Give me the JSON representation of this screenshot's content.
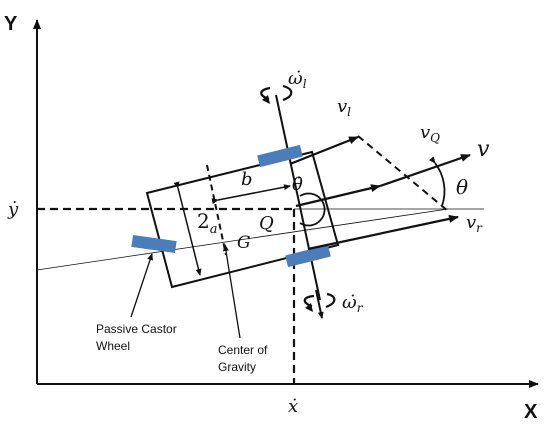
{
  "axes": {
    "x_label": "X",
    "y_label": "Y"
  },
  "labels": {
    "omega_l": "ω̇",
    "omega_l_sub": "l",
    "omega_r": "ω̇",
    "omega_r_sub": "r",
    "v_l": "v",
    "v_l_sub": "l",
    "v_q": "v",
    "v_q_sub": "Q",
    "v": "v",
    "v_r": "v",
    "v_r_sub": "r",
    "theta": "θ",
    "theta_dot": "θ̇",
    "b": "b",
    "two_a": "2",
    "two_a_sub": "a",
    "g": "G",
    "q": "Q",
    "y_dot": "ẏ",
    "x_dot": "ẋ"
  },
  "annotations": {
    "castor_line1": "Passive Castor",
    "castor_line2": "Wheel",
    "cog_line1": "Center of",
    "cog_line2": "Gravity"
  },
  "colors": {
    "wheel": "#4a7ebb",
    "line": "#111111"
  }
}
